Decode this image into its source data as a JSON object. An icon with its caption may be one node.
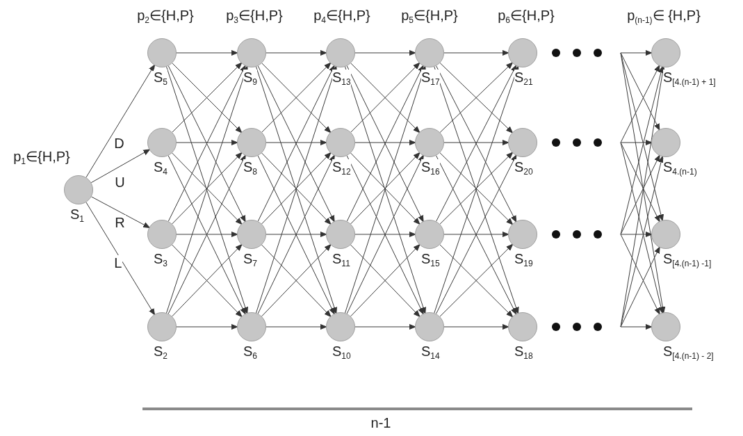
{
  "diagram": {
    "nodes": [
      {
        "text": [],
        "shape": "circle",
        "beside": [
          "S$_{1}$"
        ]
      },
      {
        "text": [],
        "shape": "circle",
        "beside": [
          "S$_{5}$"
        ]
      },
      {
        "text": [],
        "shape": "circle",
        "beside": [
          "S$_{4}$"
        ]
      },
      {
        "text": [],
        "shape": "circle",
        "beside": [
          "S$_{3}$"
        ]
      },
      {
        "text": [],
        "shape": "circle",
        "beside": [
          "S$_{2}$"
        ]
      },
      {
        "text": [],
        "shape": "circle",
        "beside": [
          "S$_{9}$"
        ]
      },
      {
        "text": [],
        "shape": "circle",
        "beside": [
          "S$_{8}$"
        ]
      },
      {
        "text": [],
        "shape": "circle",
        "beside": [
          "S$_{7}$"
        ]
      },
      {
        "text": [],
        "shape": "circle",
        "beside": [
          "S$_{6}$"
        ]
      },
      {
        "text": [],
        "shape": "circle",
        "beside": [
          "S$_{13}$"
        ]
      },
      {
        "text": [],
        "shape": "circle",
        "beside": [
          "S$_{12}$"
        ]
      },
      {
        "text": [],
        "shape": "circle",
        "beside": [
          "S$_{11}$"
        ]
      },
      {
        "text": [],
        "shape": "circle",
        "beside": [
          "S$_{10}$"
        ]
      },
      {
        "text": [],
        "shape": "circle",
        "beside": [
          "S$_{17}$"
        ]
      },
      {
        "text": [],
        "shape": "circle",
        "beside": [
          "S$_{16}$"
        ]
      },
      {
        "text": [],
        "shape": "circle",
        "beside": [
          "S$_{15}$"
        ]
      },
      {
        "text": [],
        "shape": "circle",
        "beside": [
          "S$_{14}$"
        ]
      },
      {
        "text": [],
        "shape": "circle",
        "beside": [
          "S$_{21}$"
        ]
      },
      {
        "text": [],
        "shape": "circle",
        "beside": [
          "S$_{20}$"
        ]
      },
      {
        "text": [],
        "shape": "circle",
        "beside": [
          "S$_{19}$"
        ]
      },
      {
        "text": [],
        "shape": "circle",
        "beside": [
          "S$_{18}$"
        ]
      },
      {
        "text": [],
        "shape": "circle",
        "beside": [
          "S$_{[4.(n-1) + 1]}$"
        ]
      },
      {
        "text": [],
        "shape": "circle",
        "beside": [
          "S$_{4.(n-1)}$"
        ]
      },
      {
        "text": [],
        "shape": "circle",
        "beside": [
          "S$_{[4.(n-1) -1]}$"
        ]
      },
      {
        "text": [],
        "shape": "circle",
        "beside": [
          "S$_{[4.(n-1) - 2]}$"
        ]
      }
    ],
    "edges": [
      {
        "from": 0,
        "to": 1,
        "arrow": "to",
        "label": "D"
      },
      {
        "from": 0,
        "to": 2,
        "arrow": "to",
        "label": "U"
      },
      {
        "from": 0,
        "to": 3,
        "arrow": "to",
        "label": "R"
      },
      {
        "from": 0,
        "to": 4,
        "arrow": "to",
        "label": "L"
      },
      {
        "from": 1,
        "to": 5,
        "arrow": "to"
      },
      {
        "from": 1,
        "to": 6,
        "arrow": "to"
      },
      {
        "from": 1,
        "to": 7,
        "arrow": "to"
      },
      {
        "from": 1,
        "to": 8,
        "arrow": "to"
      },
      {
        "from": 2,
        "to": 5,
        "arrow": "to"
      },
      {
        "from": 2,
        "to": 6,
        "arrow": "to"
      },
      {
        "from": 2,
        "to": 7,
        "arrow": "to"
      },
      {
        "from": 2,
        "to": 8,
        "arrow": "to"
      },
      {
        "from": 3,
        "to": 5,
        "arrow": "to"
      },
      {
        "from": 3,
        "to": 6,
        "arrow": "to"
      },
      {
        "from": 3,
        "to": 7,
        "arrow": "to"
      },
      {
        "from": 3,
        "to": 8,
        "arrow": "to"
      },
      {
        "from": 4,
        "to": 5,
        "arrow": "to"
      },
      {
        "from": 4,
        "to": 6,
        "arrow": "to"
      },
      {
        "from": 4,
        "to": 7,
        "arrow": "to"
      },
      {
        "from": 4,
        "to": 8,
        "arrow": "to"
      },
      {
        "from": 5,
        "to": 9,
        "arrow": "to"
      },
      {
        "from": 5,
        "to": 10,
        "arrow": "to"
      },
      {
        "from": 5,
        "to": 11,
        "arrow": "to"
      },
      {
        "from": 5,
        "to": 12,
        "arrow": "to"
      },
      {
        "from": 6,
        "to": 9,
        "arrow": "to"
      },
      {
        "from": 6,
        "to": 10,
        "arrow": "to"
      },
      {
        "from": 6,
        "to": 11,
        "arrow": "to"
      },
      {
        "from": 6,
        "to": 12,
        "arrow": "to"
      },
      {
        "from": 7,
        "to": 9,
        "arrow": "to"
      },
      {
        "from": 7,
        "to": 10,
        "arrow": "to"
      },
      {
        "from": 7,
        "to": 11,
        "arrow": "to"
      },
      {
        "from": 7,
        "to": 12,
        "arrow": "to"
      },
      {
        "from": 8,
        "to": 9,
        "arrow": "to"
      },
      {
        "from": 8,
        "to": 10,
        "arrow": "to"
      },
      {
        "from": 8,
        "to": 11,
        "arrow": "to"
      },
      {
        "from": 8,
        "to": 12,
        "arrow": "to"
      },
      {
        "from": 9,
        "to": 13,
        "arrow": "to"
      },
      {
        "from": 9,
        "to": 14,
        "arrow": "to"
      },
      {
        "from": 9,
        "to": 15,
        "arrow": "to"
      },
      {
        "from": 9,
        "to": 16,
        "arrow": "to"
      },
      {
        "from": 10,
        "to": 13,
        "arrow": "to"
      },
      {
        "from": 10,
        "to": 14,
        "arrow": "to"
      },
      {
        "from": 10,
        "to": 15,
        "arrow": "to"
      },
      {
        "from": 10,
        "to": 16,
        "arrow": "to"
      },
      {
        "from": 11,
        "to": 13,
        "arrow": "to"
      },
      {
        "from": 11,
        "to": 14,
        "arrow": "to"
      },
      {
        "from": 11,
        "to": 15,
        "arrow": "to"
      },
      {
        "from": 11,
        "to": 16,
        "arrow": "to"
      },
      {
        "from": 12,
        "to": 13,
        "arrow": "to"
      },
      {
        "from": 12,
        "to": 14,
        "arrow": "to"
      },
      {
        "from": 12,
        "to": 15,
        "arrow": "to"
      },
      {
        "from": 12,
        "to": 16,
        "arrow": "to"
      },
      {
        "from": 13,
        "to": 17,
        "arrow": "to"
      },
      {
        "from": 13,
        "to": 18,
        "arrow": "to"
      },
      {
        "from": 13,
        "to": 19,
        "arrow": "to"
      },
      {
        "from": 13,
        "to": 20,
        "arrow": "to"
      },
      {
        "from": 14,
        "to": 17,
        "arrow": "to"
      },
      {
        "from": 14,
        "to": 18,
        "arrow": "to"
      },
      {
        "from": 14,
        "to": 19,
        "arrow": "to"
      },
      {
        "from": 14,
        "to": 20,
        "arrow": "to"
      },
      {
        "from": 15,
        "to": 17,
        "arrow": "to"
      },
      {
        "from": 15,
        "to": 18,
        "arrow": "to"
      },
      {
        "from": 15,
        "to": 19,
        "arrow": "to"
      },
      {
        "from": 15,
        "to": 20,
        "arrow": "to"
      },
      {
        "from": 16,
        "to": 17,
        "arrow": "to"
      },
      {
        "from": 16,
        "to": 18,
        "arrow": "to"
      },
      {
        "from": 16,
        "to": 19,
        "arrow": "to"
      },
      {
        "from": 16,
        "to": 20,
        "arrow": "to"
      },
      {
        "from": null,
        "to": 21,
        "arrow": "to"
      },
      {
        "from": null,
        "to": 21,
        "arrow": "to"
      },
      {
        "from": null,
        "to": 21,
        "arrow": "to"
      },
      {
        "from": null,
        "to": 21,
        "arrow": "to"
      },
      {
        "from": null,
        "to": 22,
        "arrow": "to"
      },
      {
        "from": null,
        "to": 22,
        "arrow": "to"
      },
      {
        "from": null,
        "to": 22,
        "arrow": "to"
      },
      {
        "from": null,
        "to": 22,
        "arrow": "to"
      },
      {
        "from": null,
        "to": 23,
        "arrow": "to"
      },
      {
        "from": null,
        "to": 23,
        "arrow": "to"
      },
      {
        "from": null,
        "to": 23,
        "arrow": "to"
      },
      {
        "from": null,
        "to": 23,
        "arrow": "to"
      },
      {
        "from": null,
        "to": 24,
        "arrow": "to"
      },
      {
        "from": null,
        "to": 24,
        "arrow": "to"
      },
      {
        "from": null,
        "to": 24,
        "arrow": "to"
      },
      {
        "from": null,
        "to": 24,
        "arrow": "to"
      }
    ],
    "labels": [
      "p$_{2}$∈{H,P}",
      "p$_{3}$∈{H,P}",
      "p$_{4}$∈{H,P}",
      "p$_{5}$∈{H,P}",
      "p$_{6}$∈{H,P}",
      "p$_{(n-1)}$∈ {H,P}",
      "p$_{1}$∈{H,P}",
      "n-1"
    ]
  }
}
